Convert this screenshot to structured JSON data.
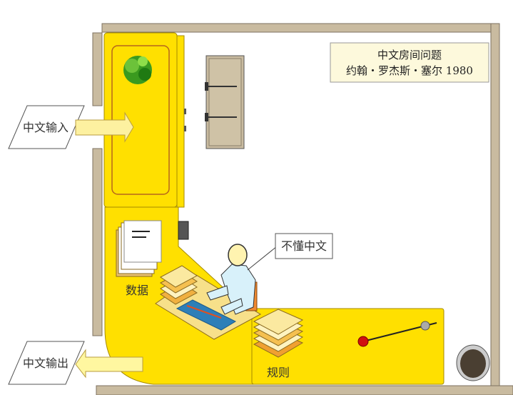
{
  "title": {
    "line1": "中文房间问题",
    "line2": "约翰・罗杰斯・塞尔 1980"
  },
  "labels": {
    "input": "中文输入",
    "output": "中文输出",
    "person": "不懂中文",
    "data": "数据",
    "rules": "规则"
  },
  "colors": {
    "wall": "#c9bba0",
    "counter": "#ffe000",
    "counter_border": "#a58a00",
    "title_bg": "#fdf9dc"
  }
}
